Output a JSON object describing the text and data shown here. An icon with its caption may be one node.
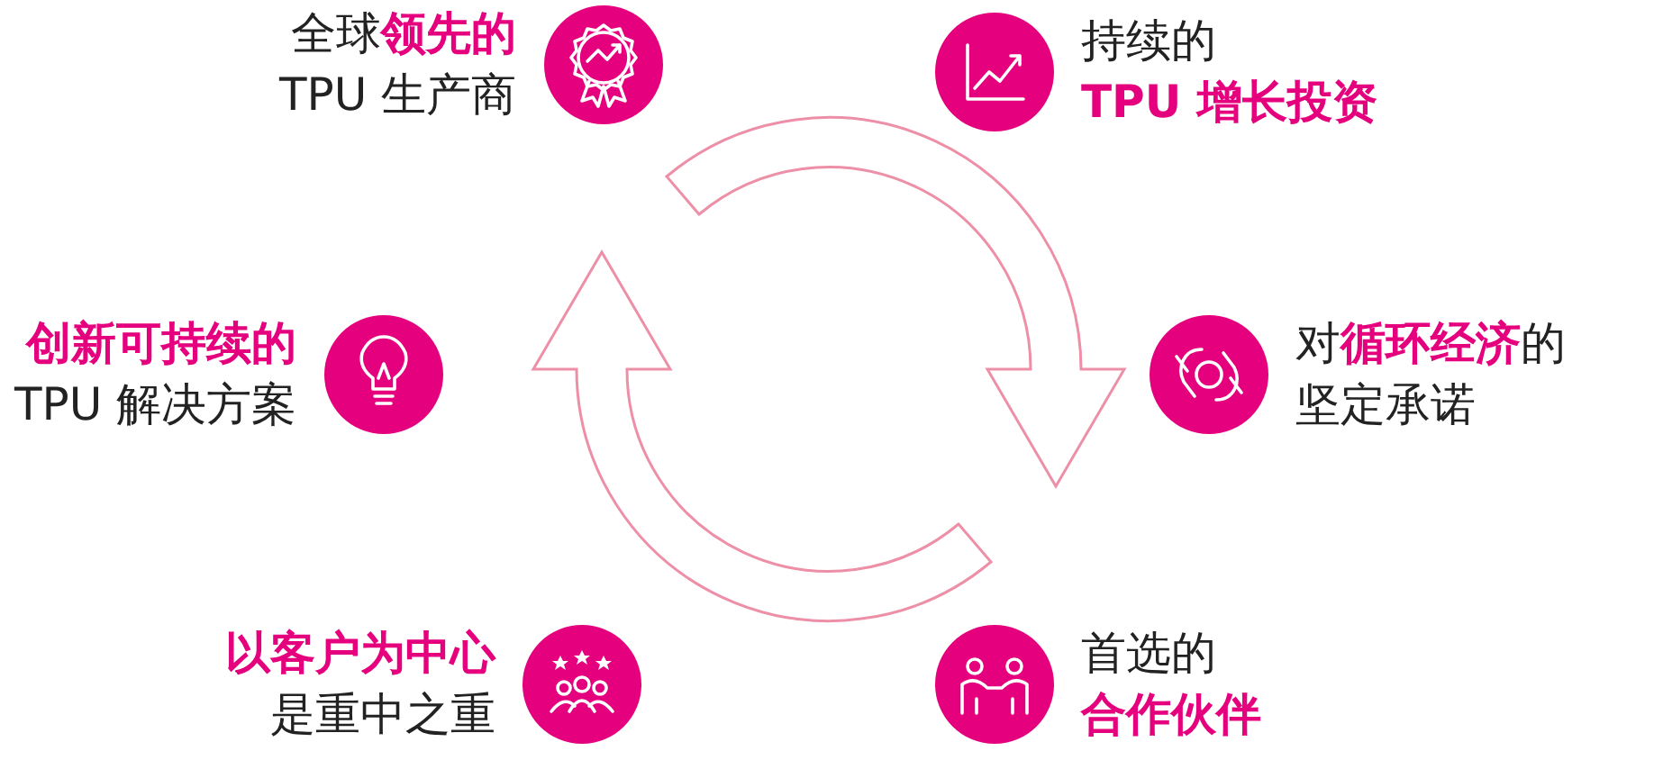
{
  "diagram": {
    "nodes": [
      {
        "text": [
          "全球**领先的**",
          "TPU 生产商"
        ]
      },
      {
        "text": [
          "持续的",
          "**TPU 增长投资**"
        ]
      },
      {
        "text": [
          "对**循环经济**的",
          "坚定承诺"
        ]
      },
      {
        "text": [
          "首选的",
          "**合作伙伴**"
        ]
      },
      {
        "text": [
          "**以客户为中心**",
          "是重中之重"
        ]
      },
      {
        "text": [
          "**创新可持续的**",
          "TPU 解决方案"
        ]
      }
    ]
  }
}
